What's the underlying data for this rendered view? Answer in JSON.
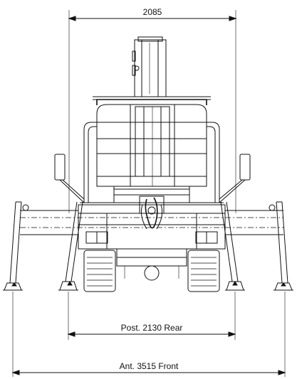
{
  "dimensions": {
    "top_width": "2085",
    "rear_outrigger": "Post. 2130 Rear",
    "front_outrigger": "Ant. 3515 Front"
  }
}
